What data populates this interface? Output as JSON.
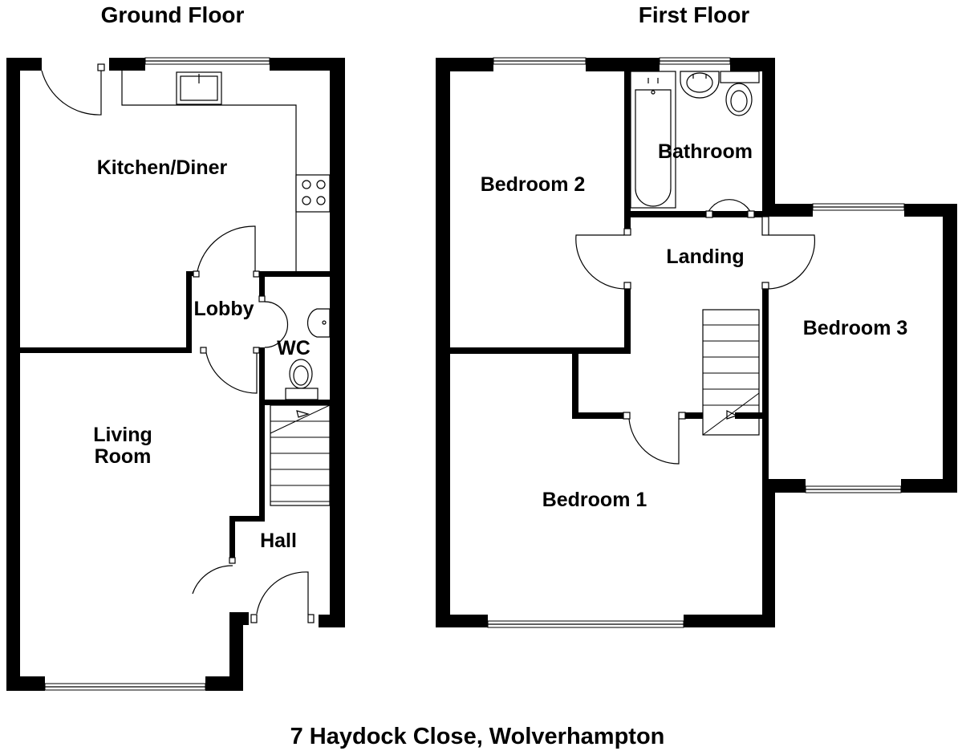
{
  "headings": {
    "ground_floor": "Ground Floor",
    "first_floor": "First Floor"
  },
  "rooms": {
    "kitchen_diner": "Kitchen/Diner",
    "lobby": "Lobby",
    "wc": "WC",
    "living_room_line1": "Living",
    "living_room_line2": "Room",
    "hall": "Hall",
    "bedroom_2": "Bedroom 2",
    "bathroom": "Bathroom",
    "landing": "Landing",
    "bedroom_3": "Bedroom 3",
    "bedroom_1": "Bedroom 1"
  },
  "address": "7 Haydock Close, Wolverhampton",
  "colors": {
    "wall": "#000000",
    "background": "#ffffff"
  }
}
